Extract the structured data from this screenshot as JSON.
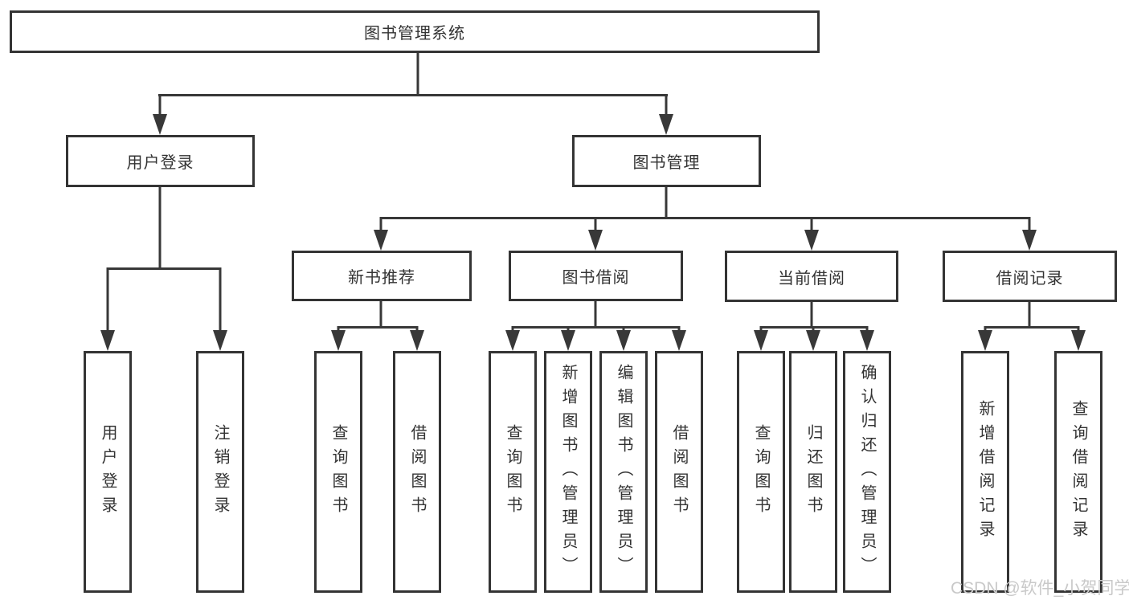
{
  "tree": {
    "root": "图书管理系统",
    "branches": [
      {
        "label": "用户登录",
        "children": [
          "用户登录",
          "注销登录"
        ]
      },
      {
        "label": "图书管理",
        "groups": [
          {
            "label": "新书推荐",
            "children": [
              "查询图书",
              "借阅图书"
            ]
          },
          {
            "label": "图书借阅",
            "children": [
              "查询图书",
              "新增图书（管理员）",
              "编辑图书（管理员）",
              "借阅图书"
            ]
          },
          {
            "label": "当前借阅",
            "children": [
              "查询图书",
              "归还图书",
              "确认归还（管理员）"
            ]
          },
          {
            "label": "借阅记录",
            "children": [
              "新增借阅记录",
              "查询借阅记录"
            ]
          }
        ]
      }
    ]
  },
  "watermark": "CSDN @软件_小贺同学",
  "colors": {
    "line": "#383838",
    "box_border": "#343434",
    "text": "#333333",
    "background": "#ffffff",
    "watermark": "#c9c9c9"
  }
}
